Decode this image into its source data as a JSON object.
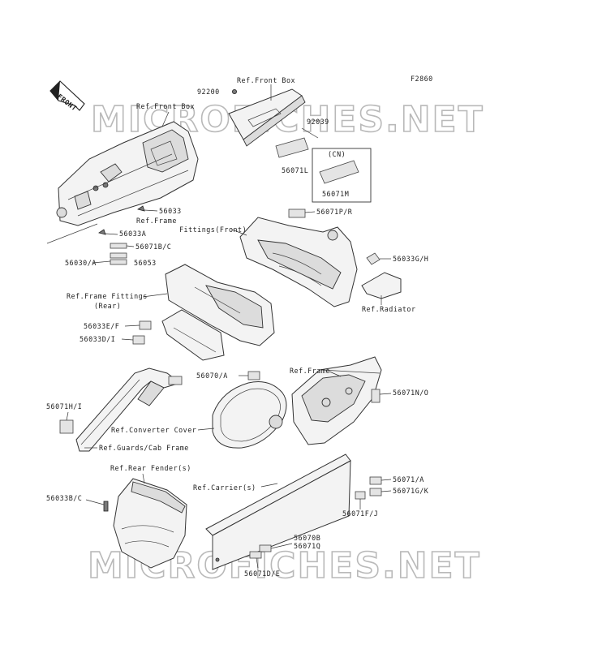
{
  "figure_code": "F2860",
  "watermark": "MICROFICHES.NET",
  "front_arrow": "FRONT",
  "labels": {
    "ref_front_box_top": "Ref.Front Box",
    "p92200": "92200",
    "p92039": "92039",
    "cn": "(CN)",
    "p56071L": "56071L",
    "p56071M": "56071M",
    "ref_front_box_left": "Ref.Front Box",
    "p56033": "56033",
    "ref_frame_1": "Ref.Frame",
    "p56033A": "56033A",
    "p56071PR": "56071P/R",
    "fittings_front": "Fittings(Front)",
    "p56071BC": "56071B/C",
    "p56030A": "56030/A",
    "p56053": "56053",
    "p56033GH": "56033G/H",
    "ref_frame_fittings": "Ref.Frame Fittings",
    "rear": "(Rear)",
    "ref_radiator": "Ref.Radiator",
    "p56033EF": "56033E/F",
    "p56033DI": "56033D/I",
    "p56070A": "56070/A",
    "ref_frame_2": "Ref.Frame",
    "p56071NO": "56071N/O",
    "p56071HI": "56071H/I",
    "ref_converter_cover": "Ref.Converter Cover",
    "ref_guards": "Ref.Guards/Cab Frame",
    "ref_rear_fender": "Ref.Rear Fender(s)",
    "p56071A": "56071/A",
    "ref_carrier": "Ref.Carrier(s)",
    "p56071GK": "56071G/K",
    "p56033BC": "56033B/C",
    "p56071FJ": "56071F/J",
    "p56070B": "56070B",
    "p56071Q": "56071Q",
    "p56071DE": "56071D/E"
  }
}
